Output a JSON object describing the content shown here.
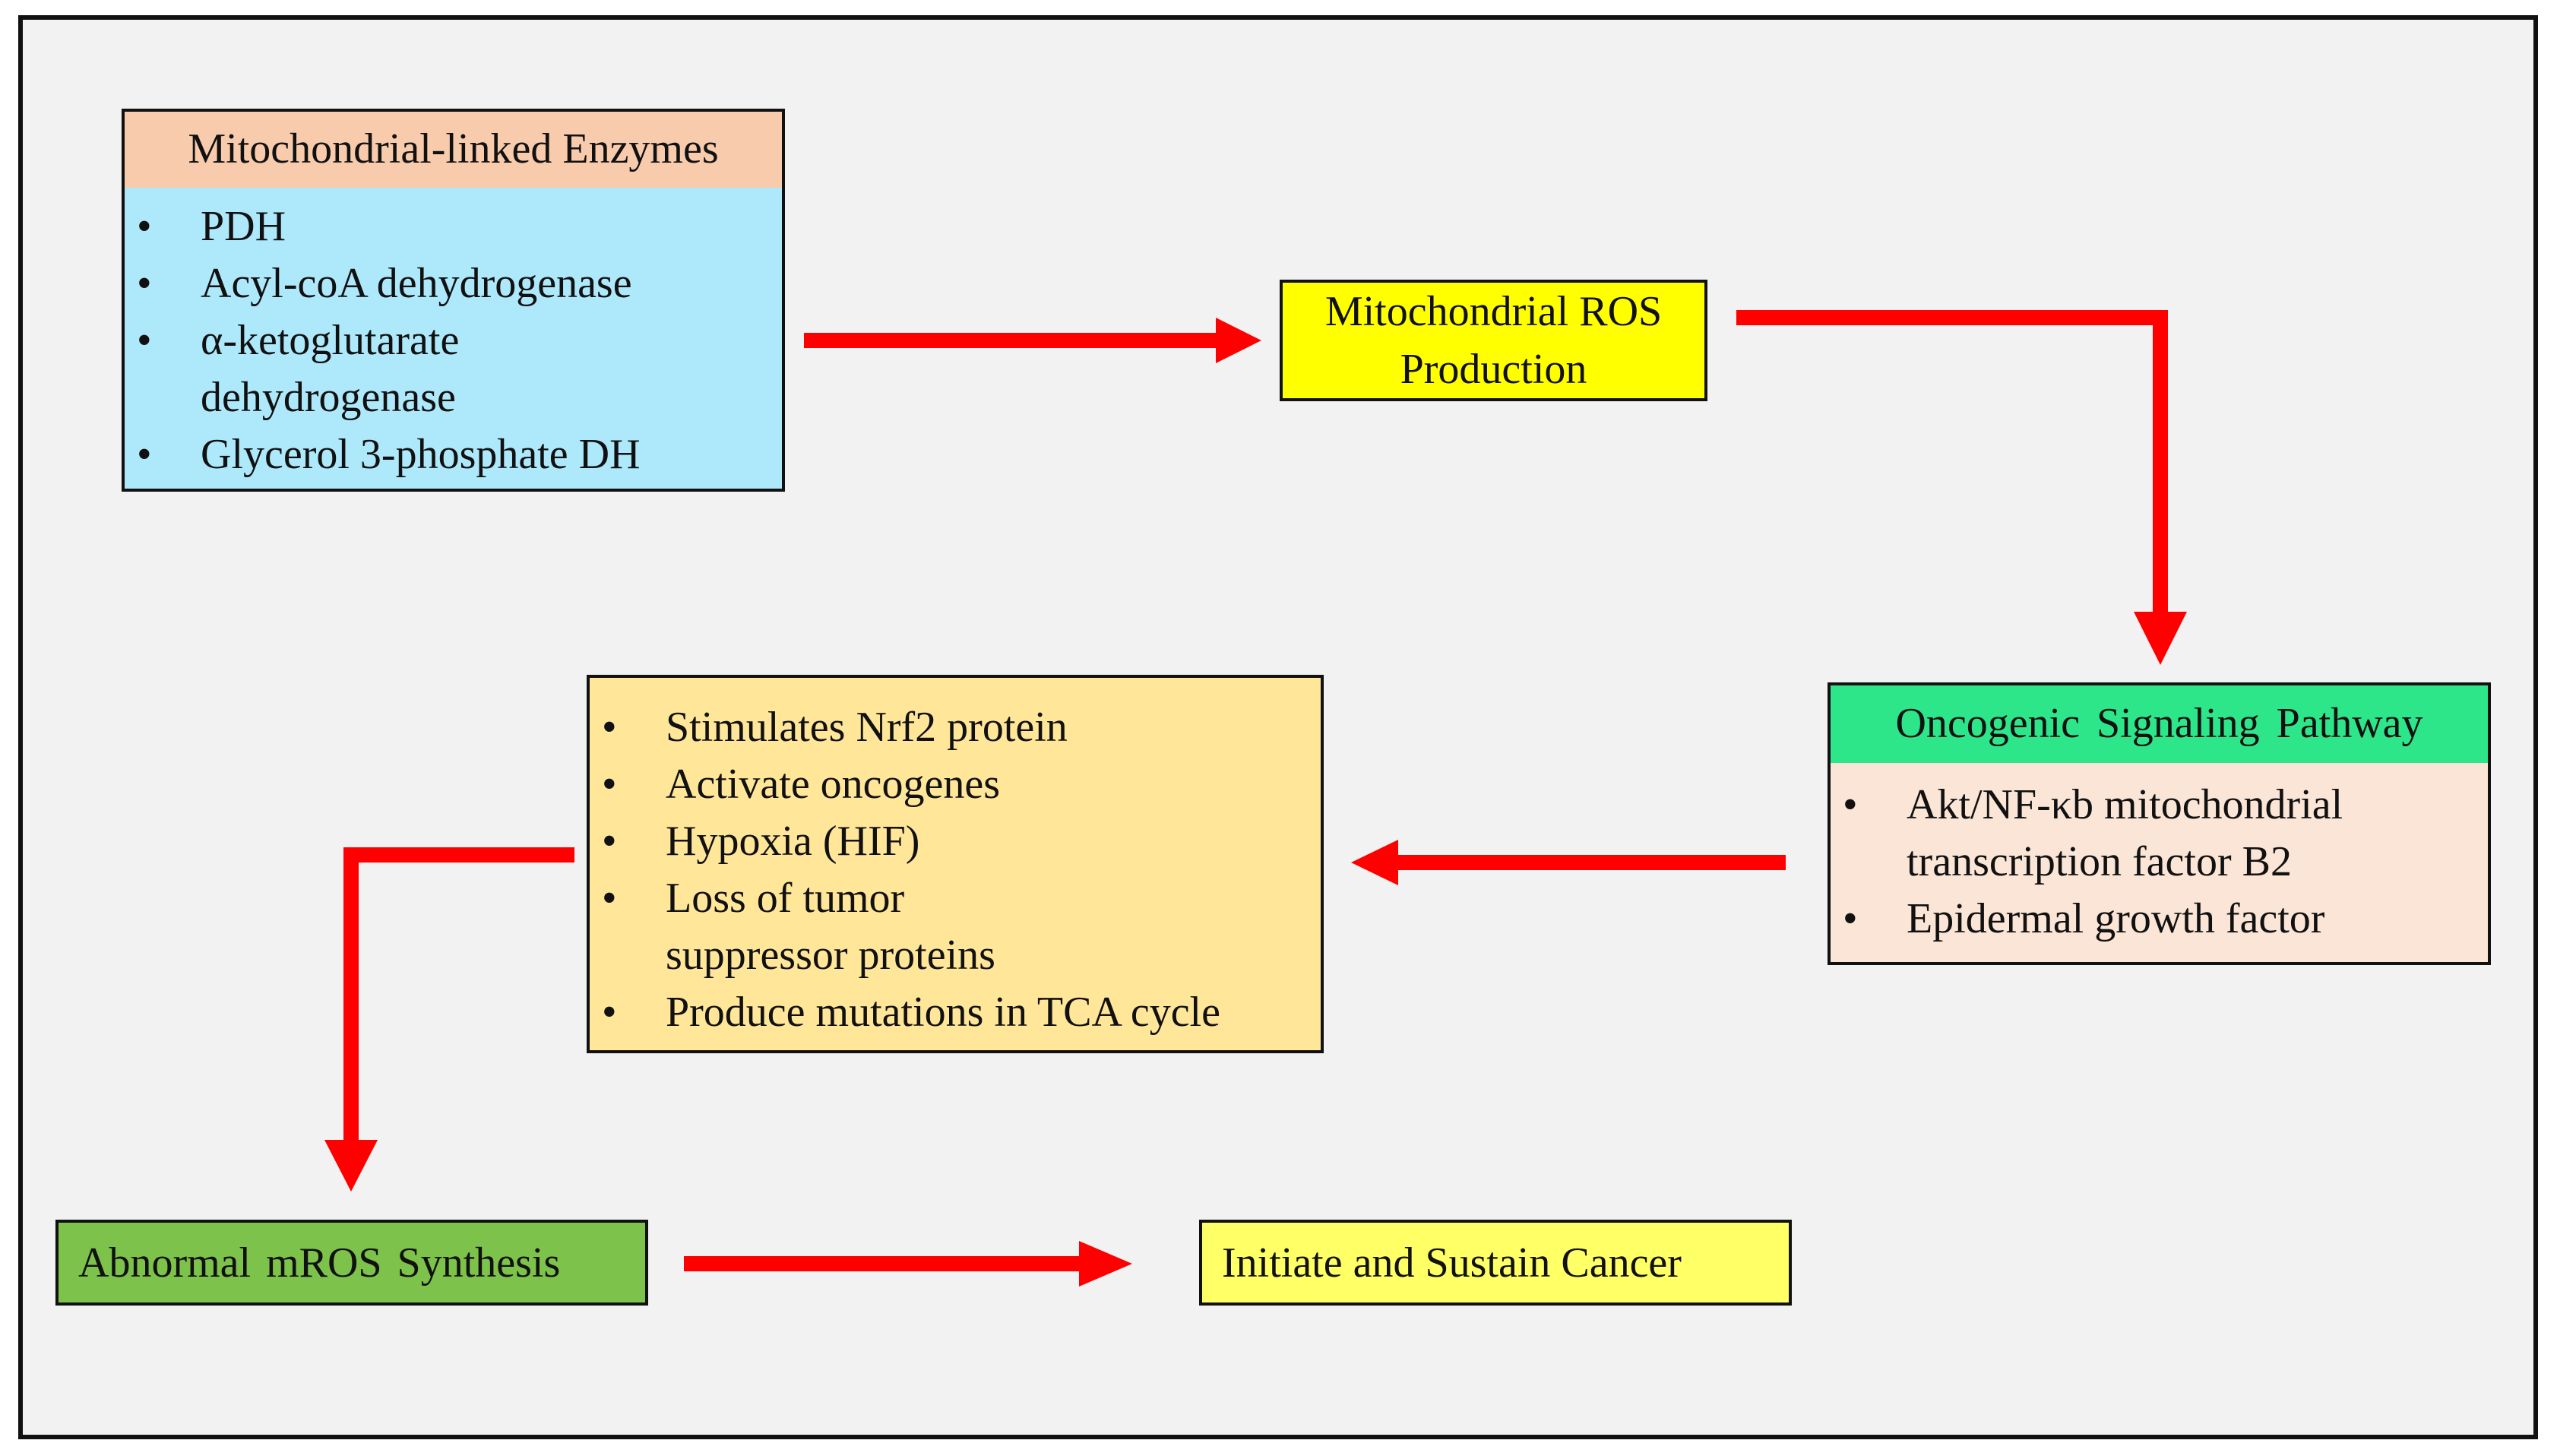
{
  "colors": {
    "frame_bg": "#f2f2f2",
    "enzymes_header": "#f8cbad",
    "enzymes_body": "#aee8fb",
    "ros_box": "#ffff00",
    "oncogenic_header": "#2ee68a",
    "oncogenic_body": "#fbe5d6",
    "effects_box": "#ffe699",
    "abnormal_box": "#7dc24a",
    "cancer_box": "#ffff66",
    "arrow": "#ff0000"
  },
  "enzymes": {
    "title": "Mitochondrial-linked Enzymes",
    "items": [
      "PDH",
      "Acyl-coA dehydrogenase",
      "α-ketoglutarate dehydrogenase",
      "Glycerol 3-phosphate DH"
    ]
  },
  "ros": {
    "line1": "Mitochondrial ROS",
    "line2": "Production"
  },
  "oncogenic": {
    "title": "Oncogenic Signaling Pathway",
    "items": [
      "Akt/NF-κb mitochondrial transcription factor B2",
      "Epidermal growth factor"
    ]
  },
  "effects": {
    "items": [
      "Stimulates Nrf2 protein",
      "Activate oncogenes",
      "Hypoxia (HIF)",
      "Loss of tumor suppressor proteins",
      "Produce mutations in TCA cycle"
    ]
  },
  "abnormal": {
    "label": "Abnormal mROS Synthesis"
  },
  "cancer": {
    "label": "Initiate and Sustain Cancer"
  }
}
